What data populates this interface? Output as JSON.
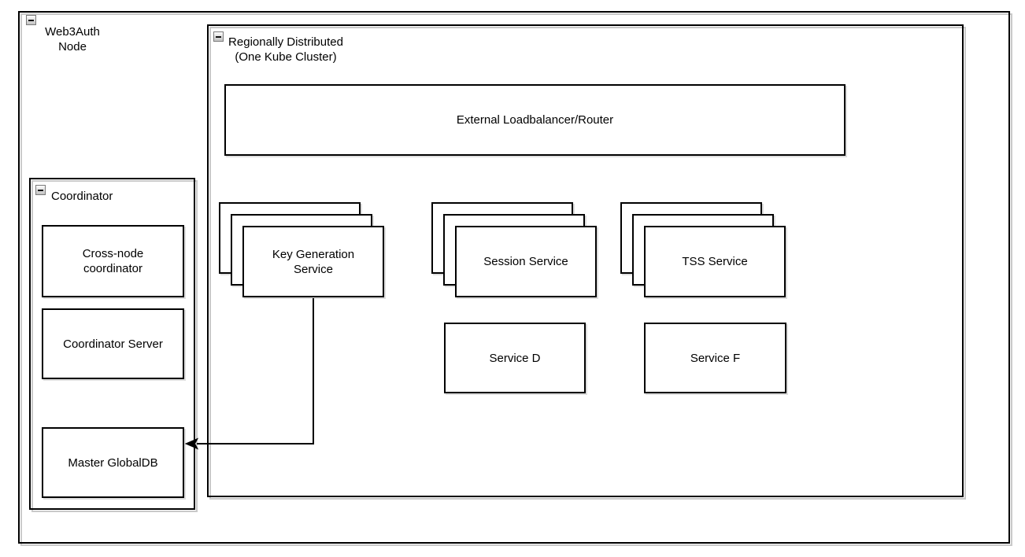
{
  "colors": {
    "border": "#000000",
    "background": "#ffffff",
    "container_shadow": "#c9c9c9"
  },
  "icons": {
    "collapse": "minus"
  },
  "containers": {
    "web3auth_node": {
      "label": "Web3Auth\nNode",
      "collapsed": false
    },
    "regionally_distributed": {
      "label": "Regionally Distributed\n(One Kube Cluster)",
      "collapsed": false
    },
    "coordinator": {
      "label": "Coordinator",
      "collapsed": false
    }
  },
  "nodes": {
    "external_loadbalancer": {
      "label": "External Loadbalancer/Router"
    },
    "key_generation_service": {
      "label": "Key Generation\nService",
      "replicas": 3
    },
    "session_service": {
      "label": "Session Service",
      "replicas": 3
    },
    "tss_service": {
      "label": "TSS Service",
      "replicas": 3
    },
    "service_d": {
      "label": "Service D"
    },
    "service_f": {
      "label": "Service F"
    },
    "cross_node_coordinator": {
      "label": "Cross-node\ncoordinator"
    },
    "coordinator_server": {
      "label": "Coordinator Server"
    },
    "master_globaldb": {
      "label": "Master GlobalDB"
    }
  },
  "connections": [
    {
      "from": "key_generation_service",
      "to": "master_globaldb",
      "style": "orthogonal",
      "arrow": "to"
    }
  ]
}
